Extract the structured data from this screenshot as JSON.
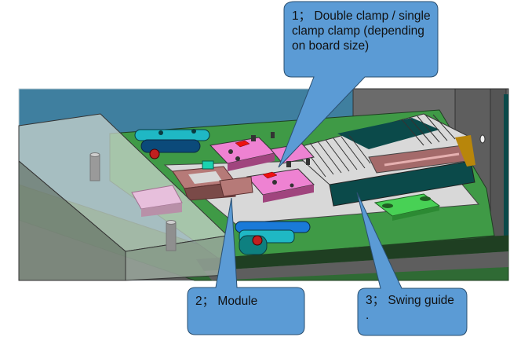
{
  "figure": {
    "subject": "CAD render of board clamping fixture with module and swing guide",
    "colors": {
      "background_blue": "#3f7f9f",
      "callout_fill": "#5b9bd5",
      "callout_stroke": "#41719c",
      "board_green": "#3f9a46",
      "clamp_pink": "#ee82d2",
      "module_brown": "#b67a78",
      "guide_teal": "#0b4a4a",
      "block_cyan": "#1fb8c4",
      "pad_green": "#48d155"
    }
  },
  "callouts": [
    {
      "id": "1",
      "text": "1； Double clamp / single clamp clamp (depending on board size)"
    },
    {
      "id": "2",
      "text": "2； Module"
    },
    {
      "id": "3",
      "text": "3； Swing guide ."
    }
  ]
}
